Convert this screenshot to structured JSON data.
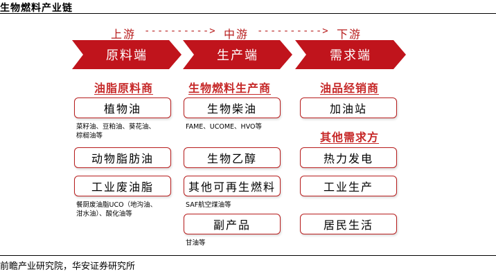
{
  "title": "生物燃料产业链",
  "source": "前瞻产业研究院，华安证券研究所",
  "stages": {
    "upstream": "上游",
    "midstream": "中游",
    "downstream": "下游"
  },
  "arrow": "---------->",
  "chevrons": {
    "raw": "原料端",
    "production": "生产端",
    "demand": "需求端"
  },
  "categories": {
    "oil_feedstock": "油脂原料商",
    "biofuel_producer": "生物燃料生产商",
    "oil_distributor": "油品经销商",
    "other_demand": "其他需求方"
  },
  "upstream_items": {
    "vegetable_oil": "植物油",
    "vegetable_oil_note_1": "菜籽油、豆粕油、葵花油、",
    "vegetable_oil_note_2": "棕榈油等",
    "animal_fat": "动物脂肪油",
    "waste_oil": "工业废油脂",
    "waste_oil_note_1": "餐厨废油脂UCO（地沟油、",
    "waste_oil_note_2": "泔水油）、酸化油等"
  },
  "midstream_items": {
    "biodiesel": "生物柴油",
    "biodiesel_note": "FAME、UCOME、HVO等",
    "bioethanol": "生物乙醇",
    "other_renewable": "其他可再生燃料",
    "other_renewable_note": "SAF航空煤油等",
    "byproduct": "副产品",
    "byproduct_note": "甘油等"
  },
  "downstream_items": {
    "gas_station": "加油站",
    "power": "热力发电",
    "industrial": "工业生产",
    "residential": "居民生活"
  },
  "colors": {
    "accent": "#b71c1c",
    "chevron": "#c0141c"
  }
}
